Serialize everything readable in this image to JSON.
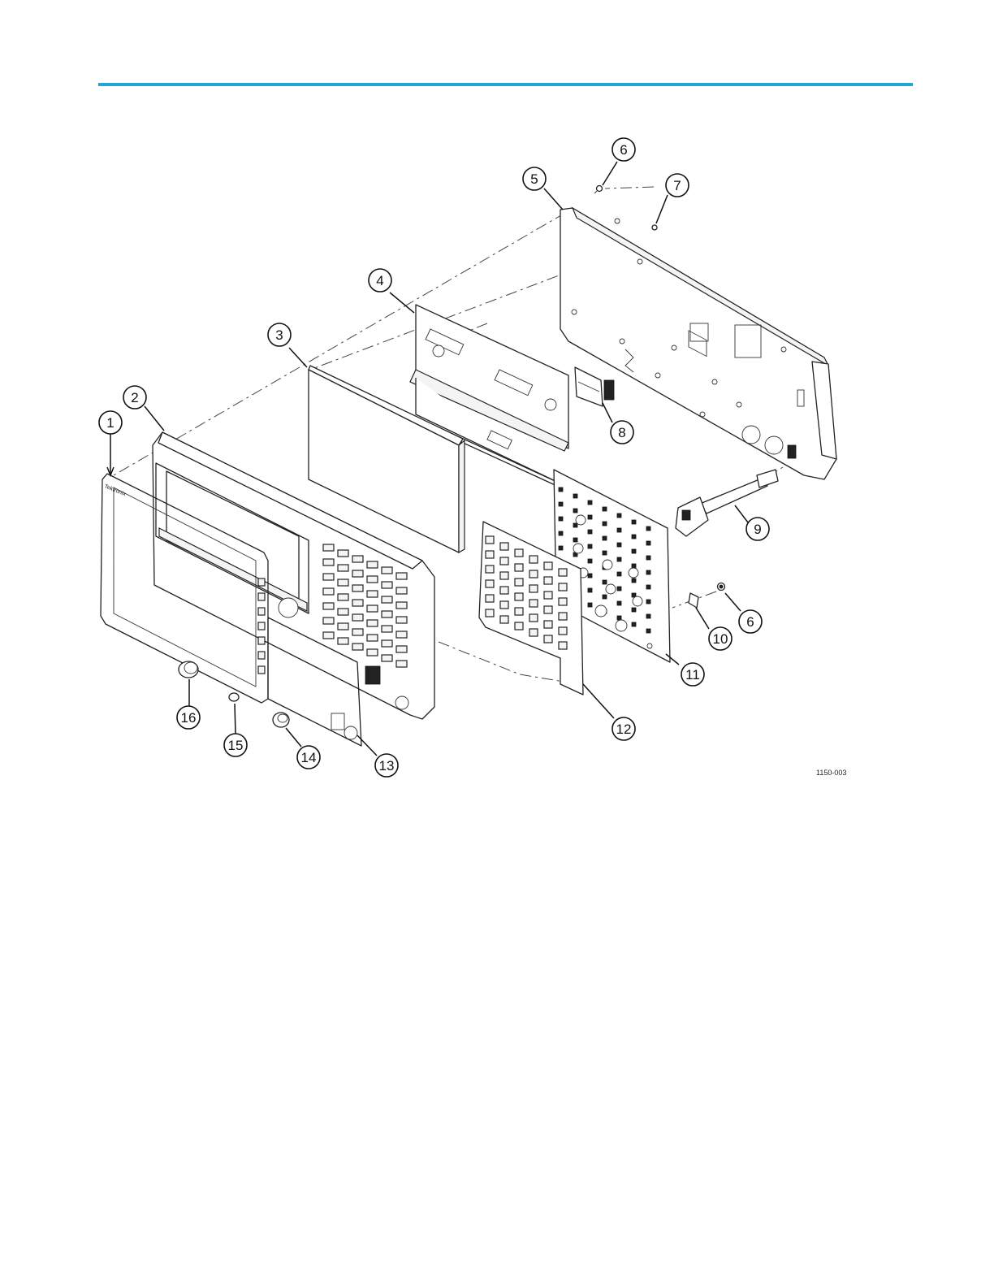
{
  "header": {
    "rule_color": "#1ea7d4"
  },
  "figure": {
    "id_label": "1150-003",
    "callouts": [
      {
        "label": "1"
      },
      {
        "label": "2"
      },
      {
        "label": "3"
      },
      {
        "label": "4"
      },
      {
        "label": "5"
      },
      {
        "label": "6"
      },
      {
        "label": "7"
      },
      {
        "label": "8"
      },
      {
        "label": "9"
      },
      {
        "label": "6"
      },
      {
        "label": "10"
      },
      {
        "label": "11"
      },
      {
        "label": "12"
      },
      {
        "label": "13"
      },
      {
        "label": "14"
      },
      {
        "label": "15"
      },
      {
        "label": "16"
      }
    ]
  }
}
